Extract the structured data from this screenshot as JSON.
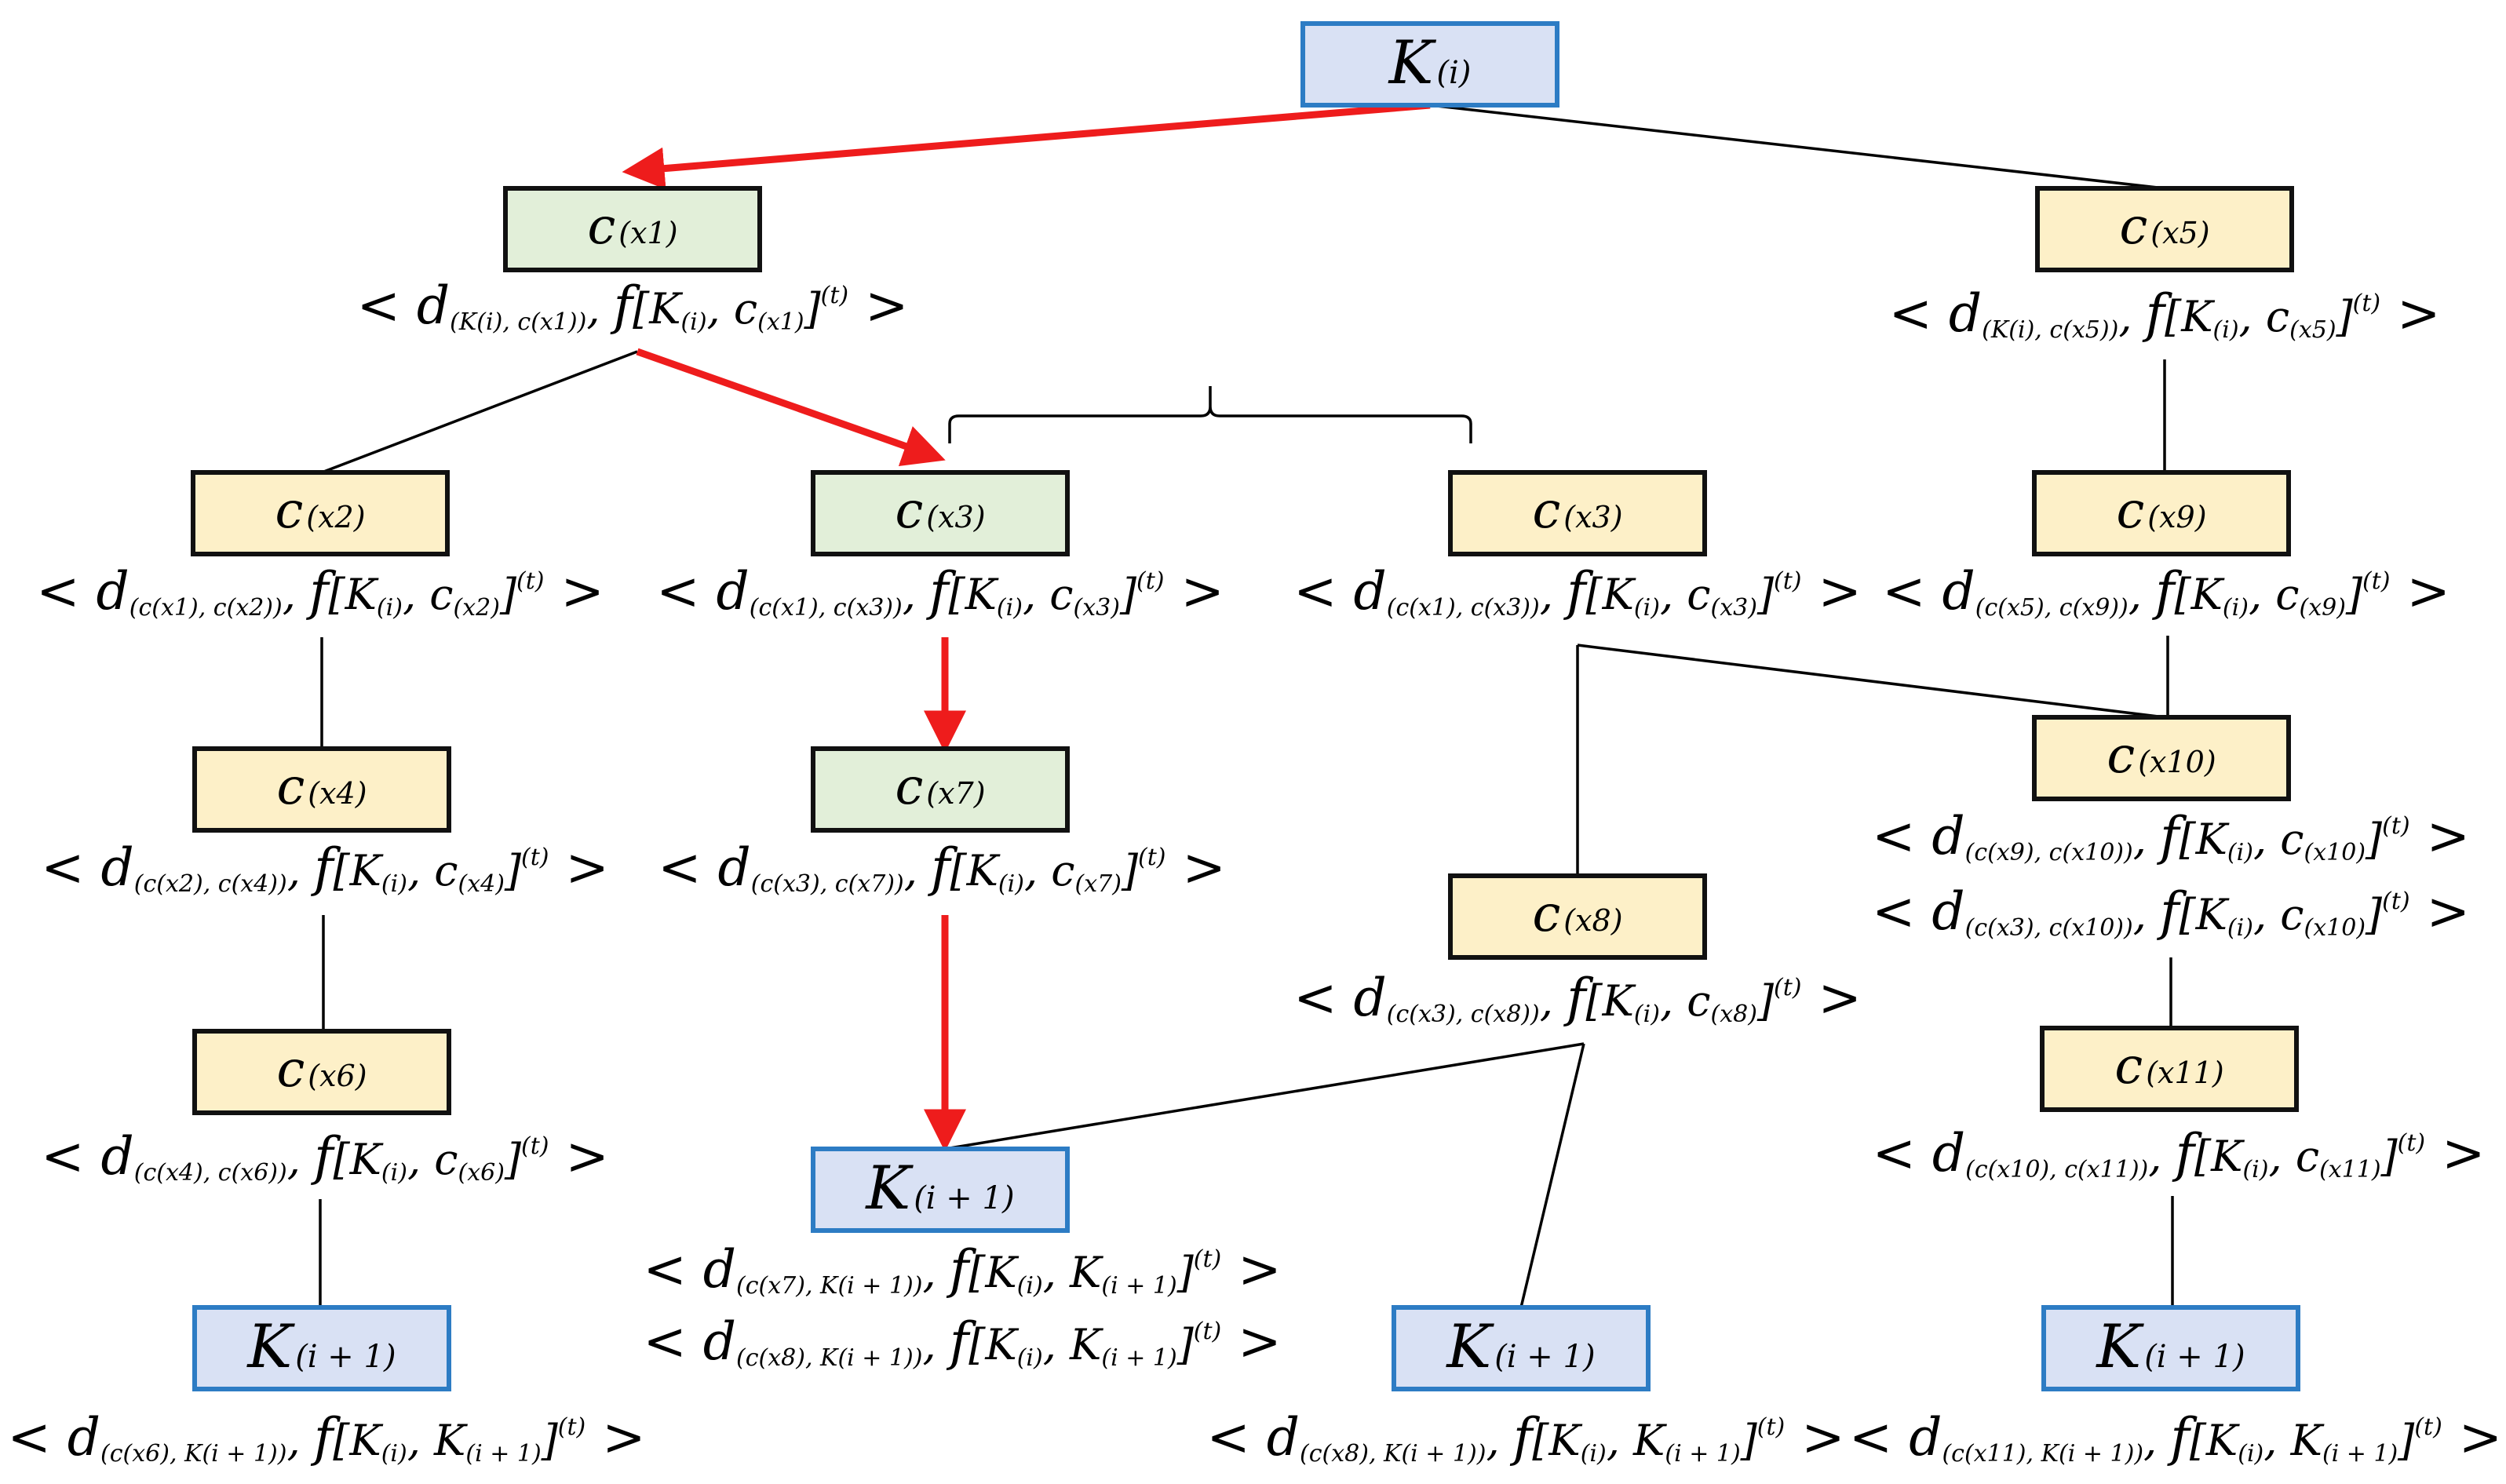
{
  "diagram": {
    "nodes": [
      {
        "id": "Ki",
        "main": "K",
        "sub": "(i)",
        "style": "start"
      },
      {
        "id": "cx1",
        "main": "c",
        "sub": "(x1)",
        "style": "path"
      },
      {
        "id": "cx5",
        "main": "c",
        "sub": "(x5)",
        "style": "plain"
      },
      {
        "id": "cx2",
        "main": "c",
        "sub": "(x2)",
        "style": "plain"
      },
      {
        "id": "cx3a",
        "main": "c",
        "sub": "(x3)",
        "style": "path"
      },
      {
        "id": "cx3b",
        "main": "c",
        "sub": "(x3)",
        "style": "plain"
      },
      {
        "id": "cx9",
        "main": "c",
        "sub": "(x9)",
        "style": "plain"
      },
      {
        "id": "cx4",
        "main": "c",
        "sub": "(x4)",
        "style": "plain"
      },
      {
        "id": "cx7",
        "main": "c",
        "sub": "(x7)",
        "style": "path"
      },
      {
        "id": "cx10",
        "main": "c",
        "sub": "(x10)",
        "style": "plain"
      },
      {
        "id": "cx8",
        "main": "c",
        "sub": "(x8)",
        "style": "plain"
      },
      {
        "id": "cx6",
        "main": "c",
        "sub": "(x6)",
        "style": "plain"
      },
      {
        "id": "cx11",
        "main": "c",
        "sub": "(x11)",
        "style": "plain"
      },
      {
        "id": "Ki1_mid",
        "main": "K",
        "sub": "(i + 1)",
        "style": "end"
      },
      {
        "id": "Ki1_left",
        "main": "K",
        "sub": "(i + 1)",
        "style": "end"
      },
      {
        "id": "Ki1_c8",
        "main": "K",
        "sub": "(i + 1)",
        "style": "end"
      },
      {
        "id": "Ki1_right",
        "main": "K",
        "sub": "(i + 1)",
        "style": "end"
      }
    ],
    "edges": [
      {
        "from": "Ki",
        "to": "cx1",
        "highlight": true
      },
      {
        "from": "Ki",
        "to": "cx5",
        "highlight": false
      },
      {
        "from": "cx1",
        "to": "cx2",
        "highlight": false
      },
      {
        "from": "cx1",
        "to": "cx3a",
        "highlight": true
      },
      {
        "from": "cx5",
        "to": "cx9",
        "highlight": false
      },
      {
        "from": "cx2",
        "to": "cx4",
        "highlight": false
      },
      {
        "from": "cx3a",
        "to": "cx7",
        "highlight": true
      },
      {
        "from": "cx3b",
        "to": "cx10",
        "highlight": false
      },
      {
        "from": "cx9",
        "to": "cx10",
        "highlight": false
      },
      {
        "from": "cx4",
        "to": "cx6",
        "highlight": false
      },
      {
        "from": "cx7",
        "to": "Ki1_mid",
        "highlight": true
      },
      {
        "from": "cx3b",
        "to": "cx8",
        "highlight": false
      },
      {
        "from": "cx10",
        "to": "cx11",
        "highlight": false
      },
      {
        "from": "cx6",
        "to": "Ki1_left",
        "highlight": false
      },
      {
        "from": "cx8",
        "to": "Ki1_mid",
        "highlight": false
      },
      {
        "from": "cx8",
        "to": "Ki1_c8",
        "highlight": false
      },
      {
        "from": "cx11",
        "to": "Ki1_right",
        "highlight": false
      }
    ],
    "labels": [
      {
        "id": "l_cx1",
        "d1": "K",
        "d1s": "(i)",
        "d2": "c",
        "d2s": "(x1)",
        "f2": "c",
        "f2s": "(x1)"
      },
      {
        "id": "l_cx5",
        "d1": "K",
        "d1s": "(i)",
        "d2": "c",
        "d2s": "(x5)",
        "f2": "c",
        "f2s": "(x5)"
      },
      {
        "id": "l_cx2",
        "d1": "c",
        "d1s": "(x1)",
        "d2": "c",
        "d2s": "(x2)",
        "f2": "c",
        "f2s": "(x2)"
      },
      {
        "id": "l_cx3a",
        "d1": "c",
        "d1s": "(x1)",
        "d2": "c",
        "d2s": "(x3)",
        "f2": "c",
        "f2s": "(x3)"
      },
      {
        "id": "l_cx3b",
        "d1": "c",
        "d1s": "(x1)",
        "d2": "c",
        "d2s": "(x3)",
        "f2": "c",
        "f2s": "(x3)"
      },
      {
        "id": "l_cx9",
        "d1": "c",
        "d1s": "(x5)",
        "d2": "c",
        "d2s": "(x9)",
        "f2": "c",
        "f2s": "(x9)"
      },
      {
        "id": "l_cx4",
        "d1": "c",
        "d1s": "(x2)",
        "d2": "c",
        "d2s": "(x4)",
        "f2": "c",
        "f2s": "(x4)"
      },
      {
        "id": "l_cx7",
        "d1": "c",
        "d1s": "(x3)",
        "d2": "c",
        "d2s": "(x7)",
        "f2": "c",
        "f2s": "(x7)"
      },
      {
        "id": "l_cx10a",
        "d1": "c",
        "d1s": "(x9)",
        "d2": "c",
        "d2s": "(x10)",
        "f2": "c",
        "f2s": "(x10)"
      },
      {
        "id": "l_cx10b",
        "d1": "c",
        "d1s": "(x3)",
        "d2": "c",
        "d2s": "(x10)",
        "f2": "c",
        "f2s": "(x10)"
      },
      {
        "id": "l_cx8",
        "d1": "c",
        "d1s": "(x3)",
        "d2": "c",
        "d2s": "(x8)",
        "f2": "c",
        "f2s": "(x8)"
      },
      {
        "id": "l_cx6",
        "d1": "c",
        "d1s": "(x4)",
        "d2": "c",
        "d2s": "(x6)",
        "f2": "c",
        "f2s": "(x6)"
      },
      {
        "id": "l_cx11",
        "d1": "c",
        "d1s": "(x10)",
        "d2": "c",
        "d2s": "(x11)",
        "f2": "c",
        "f2s": "(x11)"
      },
      {
        "id": "l_mid_a",
        "d1": "c",
        "d1s": "(x7)",
        "d2": "K",
        "d2s": "(i + 1)",
        "f2": "K",
        "f2s": "(i + 1)",
        "kend": true
      },
      {
        "id": "l_mid_b",
        "d1": "c",
        "d1s": "(x8)",
        "d2": "K",
        "d2s": "(i + 1)",
        "f2": "K",
        "f2s": "(i + 1)",
        "kend": true
      },
      {
        "id": "l_left",
        "d1": "c",
        "d1s": "(x6)",
        "d2": "K",
        "d2s": "(i + 1)",
        "f2": "K",
        "f2s": "(i + 1)",
        "kend": true
      },
      {
        "id": "l_c8",
        "d1": "c",
        "d1s": "(x8)",
        "d2": "K",
        "d2s": "(i + 1)",
        "f2": "K",
        "f2s": "(i + 1)",
        "kend": true
      },
      {
        "id": "l_right",
        "d1": "c",
        "d1s": "(x11)",
        "d2": "K",
        "d2s": "(i + 1)",
        "f2": "K",
        "f2s": "(i + 1)",
        "kend": true
      }
    ],
    "formula_tokens": {
      "open": "<",
      "close": ">",
      "d": "d",
      "f": "f",
      "lbrack": "[",
      "rbrack": "]",
      "sep": ", ",
      "paren_close": ")",
      "sup": "(t)",
      "K": "K",
      "Ksub": "(i)"
    }
  }
}
